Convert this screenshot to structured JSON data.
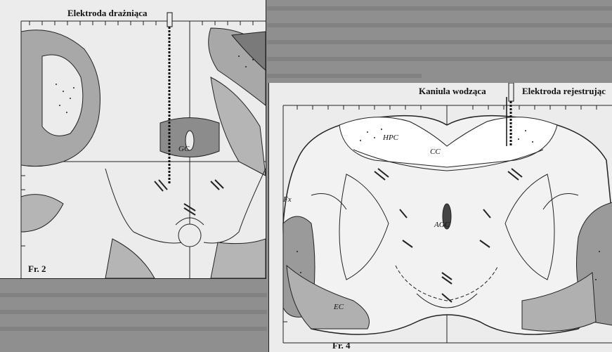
{
  "figure_left": {
    "electrode_label": "Elektroda drażniąca",
    "structure_label": "GC",
    "fraction_label": "Fr. 2"
  },
  "figure_right": {
    "cannula_label": "Kaniula wodząca",
    "electrode_label": "Elektroda rejestrując",
    "labels": {
      "hpc": "HPC",
      "cc": "CC",
      "agc": "AGC",
      "fx": "Fx",
      "ec": "EC"
    },
    "fraction_label": "Fr. 4"
  },
  "colors": {
    "background": "#8f8f8f",
    "panel": "#ececec",
    "shading": "#9a9a9a",
    "ink": "#111111"
  }
}
